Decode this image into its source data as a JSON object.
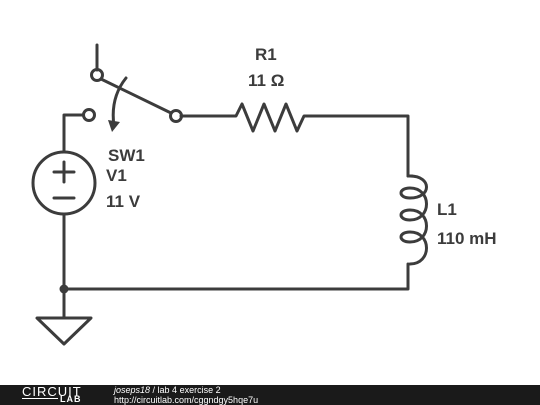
{
  "components": {
    "switch": {
      "name": "SW1"
    },
    "source": {
      "name": "V1",
      "value": "11 V"
    },
    "resistor": {
      "name": "R1",
      "value": "11 Ω"
    },
    "inductor": {
      "name": "L1",
      "value": "110 mH"
    }
  },
  "footer": {
    "logo_top": "CIRCUIT",
    "logo_bottom": "LAB",
    "author": "joseps18",
    "separator": " / ",
    "title": "lab 4 exercise 2",
    "url": "http://circuitlab.com/cggndgy5hqe7u"
  },
  "colors": {
    "wire": "#3c3c3c",
    "footer_bg": "#1a1a1a"
  }
}
